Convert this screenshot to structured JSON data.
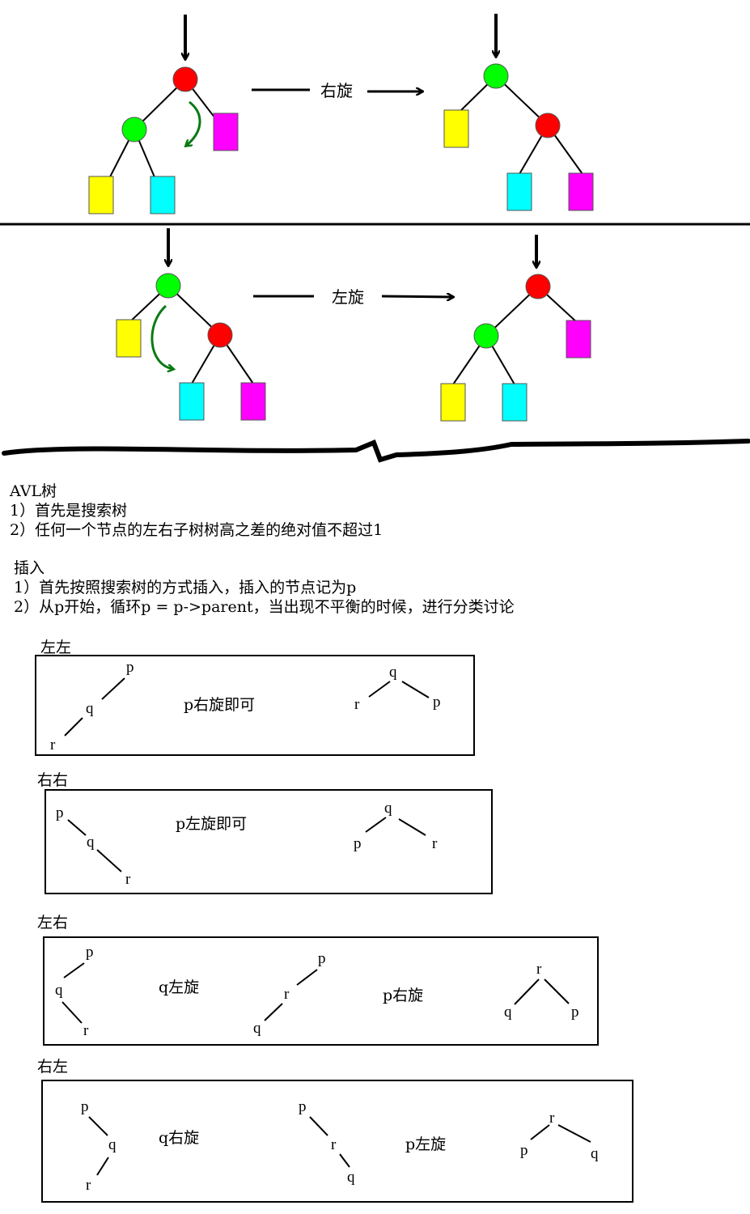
{
  "colors": {
    "red_node": "#ff0000",
    "green_node": "#00ff00",
    "yellow_block": "#ffff00",
    "cyan_block": "#00ffff",
    "magenta_block": "#ff00ff",
    "curve_arrow": "#0a7a14"
  },
  "rotations": {
    "right_label": "右旋",
    "left_label": "左旋"
  },
  "text": {
    "avl_title": "AVL树",
    "avl_rule1": "1）首先是搜索树",
    "avl_rule2": "2）任何一个节点的左右子树树高之差的绝对值不超过1",
    "insert_title": "插入",
    "insert_step1": "1）首先按照搜索树的方式插入，插入的节点记为p",
    "insert_step2": "2）从p开始，循环p = p->parent，当出现不平衡的时候，进行分类讨论"
  },
  "cases": {
    "ll": {
      "title": "左左",
      "op": "p右旋即可"
    },
    "rr": {
      "title": "右右",
      "op": "p左旋即可"
    },
    "lr": {
      "title": "左右",
      "op1": "q左旋",
      "op2": "p右旋"
    },
    "rl": {
      "title": "右左",
      "op1": "q右旋",
      "op2": "p左旋"
    }
  },
  "letters": {
    "p": "p",
    "q": "q",
    "r": "r"
  }
}
